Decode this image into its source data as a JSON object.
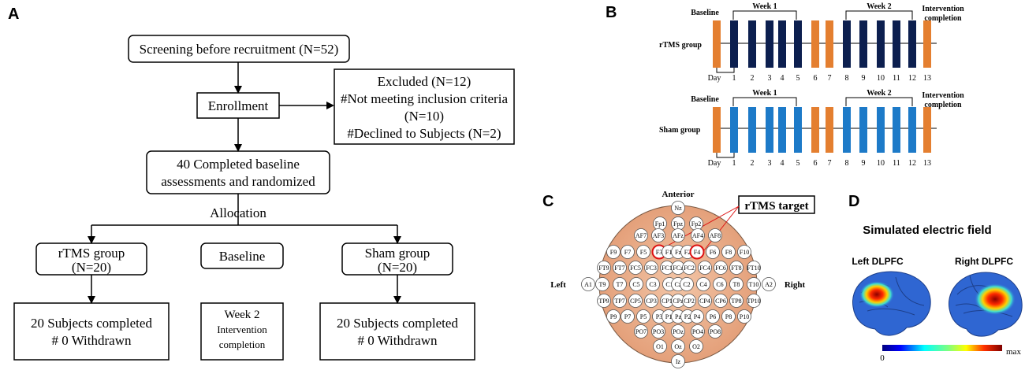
{
  "panels": {
    "a": "A",
    "b": "B",
    "c": "C",
    "d": "D"
  },
  "flow": {
    "screening": "Screening before recruitment (N=52)",
    "enrollment": "Enrollment",
    "excluded": [
      "Excluded (N=12)",
      "#Not meeting inclusion criteria",
      "(N=10)",
      "#Declined to Subjects (N=2)"
    ],
    "baseline_assess": [
      "40 Completed baseline",
      "assessments and randomized"
    ],
    "allocation": "Allocation",
    "rtms": [
      "rTMS group",
      "(N=20)"
    ],
    "baseline": "Baseline",
    "sham": [
      "Sham group",
      "(N=20)"
    ],
    "rtms_done": [
      "20 Subjects completed",
      "# 0 Withdrawn"
    ],
    "week2": [
      "Week 2",
      "Intervention",
      "completion"
    ],
    "sham_done": [
      "20 Subjects completed",
      "# 0 Withdrawn"
    ]
  },
  "timeline": {
    "baseline_label": "Baseline",
    "week1": "Week 1",
    "week2": "Week 2",
    "intervention": [
      "Intervention",
      "completion"
    ],
    "groups": [
      "rTMS group",
      "Sham group"
    ],
    "day_label": "Day",
    "days": [
      "1",
      "2",
      "3",
      "4",
      "5",
      "6",
      "7",
      "8",
      "9",
      "10",
      "11",
      "12",
      "13"
    ],
    "colors": {
      "baseline": "#e47f30",
      "rtms": "#0c1f4f",
      "sham": "#1d7ac8"
    }
  },
  "eeg": {
    "anterior": "Anterior",
    "left": "Left",
    "right": "Right",
    "target": "rTMS target",
    "electrodes": [
      "Nz",
      "Fp1",
      "Fpz",
      "Fp2",
      "AF7",
      "AF3",
      "AFz",
      "AF4",
      "AF8",
      "F9",
      "F7",
      "F5",
      "F3",
      "F1",
      "Fz",
      "F2",
      "F4",
      "F6",
      "F8",
      "F10",
      "FT9",
      "FT7",
      "FC5",
      "FC3",
      "FC1",
      "FCz",
      "FC2",
      "FC4",
      "FC6",
      "FT8",
      "FT10",
      "A1",
      "T9",
      "T7",
      "C5",
      "C3",
      "C1",
      "Cz",
      "C2",
      "C4",
      "C6",
      "T8",
      "T10",
      "A2",
      "TP9",
      "TP7",
      "CP5",
      "CP3",
      "CP1",
      "CPz",
      "CP2",
      "CP4",
      "CP6",
      "TP8",
      "TP10",
      "P9",
      "P7",
      "P5",
      "P3",
      "P1",
      "Pz",
      "P2",
      "P4",
      "P6",
      "P8",
      "P10",
      "PO7",
      "PO3",
      "POz",
      "PO4",
      "PO8",
      "O1",
      "Oz",
      "O2",
      "Iz"
    ]
  },
  "efield": {
    "title": "Simulated electric field",
    "left": "Left DLPFC",
    "right": "Right DLPFC",
    "scale_min": "0",
    "scale_max": "max"
  }
}
